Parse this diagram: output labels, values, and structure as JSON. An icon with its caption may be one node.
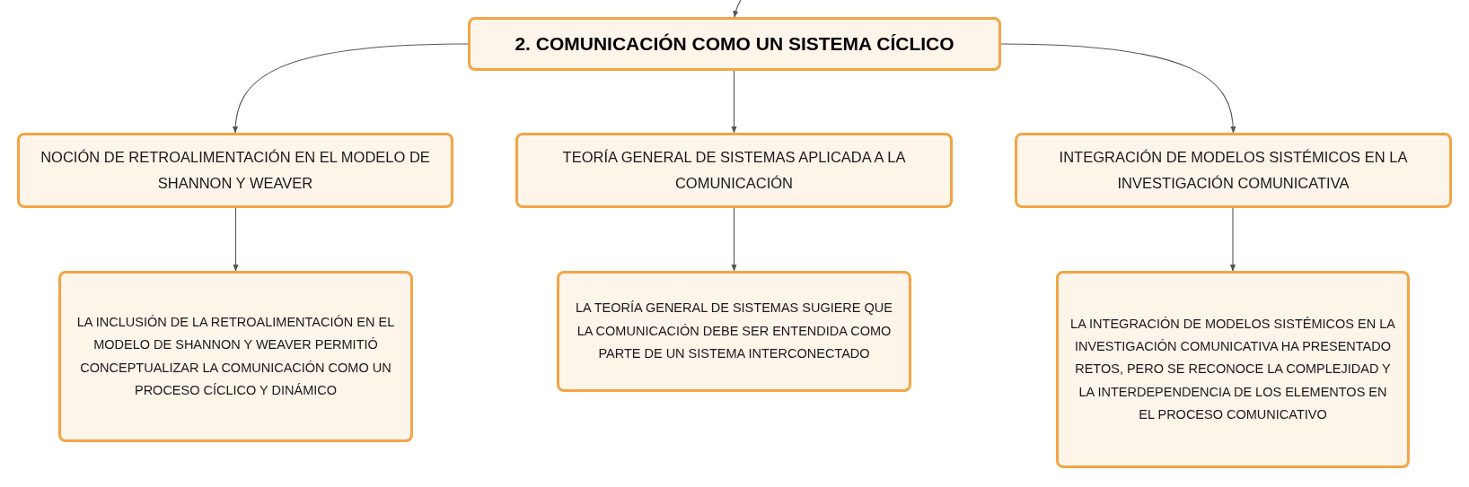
{
  "diagram": {
    "nodes": [
      {
        "text": [
          "2. COMUNICACIÓN COMO UN SISTEMA CÍCLICO"
        ]
      },
      {
        "text": [
          "NOCIÓN DE RETROALIMENTACIÓN EN EL MODELO DE SHANNON Y WEAVER"
        ]
      },
      {
        "text": [
          "TEORÍA GENERAL DE SISTEMAS APLICADA A LA COMUNICACIÓN"
        ]
      },
      {
        "text": [
          "INTEGRACIÓN DE MODELOS SISTÉMICOS EN LA INVESTIGACIÓN COMUNICATIVA"
        ]
      },
      {
        "text": [
          "LA INCLUSIÓN DE LA RETROALIMENTACIÓN EN EL MODELO DE SHANNON Y WEAVER PERMITIÓ CONCEPTUALIZAR LA COMUNICACIÓN COMO UN PROCESO CÍCLICO Y DINÁMICO"
        ]
      },
      {
        "text": [
          "LA TEORÍA GENERAL DE SISTEMAS SUGIERE QUE LA COMUNICACIÓN DEBE SER ENTENDIDA COMO PARTE DE UN SISTEMA INTERCONECTADO"
        ]
      },
      {
        "text": [
          "LA INTEGRACIÓN DE MODELOS SISTÉMICOS EN LA INVESTIGACIÓN COMUNICATIVA HA PRESENTADO RETOS, PERO SE RECONOCE LA COMPLEJIDAD Y LA INTERDEPENDENCIA DE LOS ELEMENTOS EN EL PROCESO COMUNICATIVO"
        ]
      }
    ],
    "edges": [
      {
        "from": null,
        "to": 0,
        "arrow": "to"
      },
      {
        "from": 0,
        "to": 1,
        "arrow": "to"
      },
      {
        "from": 0,
        "to": 2,
        "arrow": "to"
      },
      {
        "from": 0,
        "to": 3,
        "arrow": "to"
      },
      {
        "from": 1,
        "to": 4,
        "arrow": "to"
      },
      {
        "from": 2,
        "to": 5,
        "arrow": "to"
      },
      {
        "from": 3,
        "to": 6,
        "arrow": "to"
      }
    ]
  }
}
